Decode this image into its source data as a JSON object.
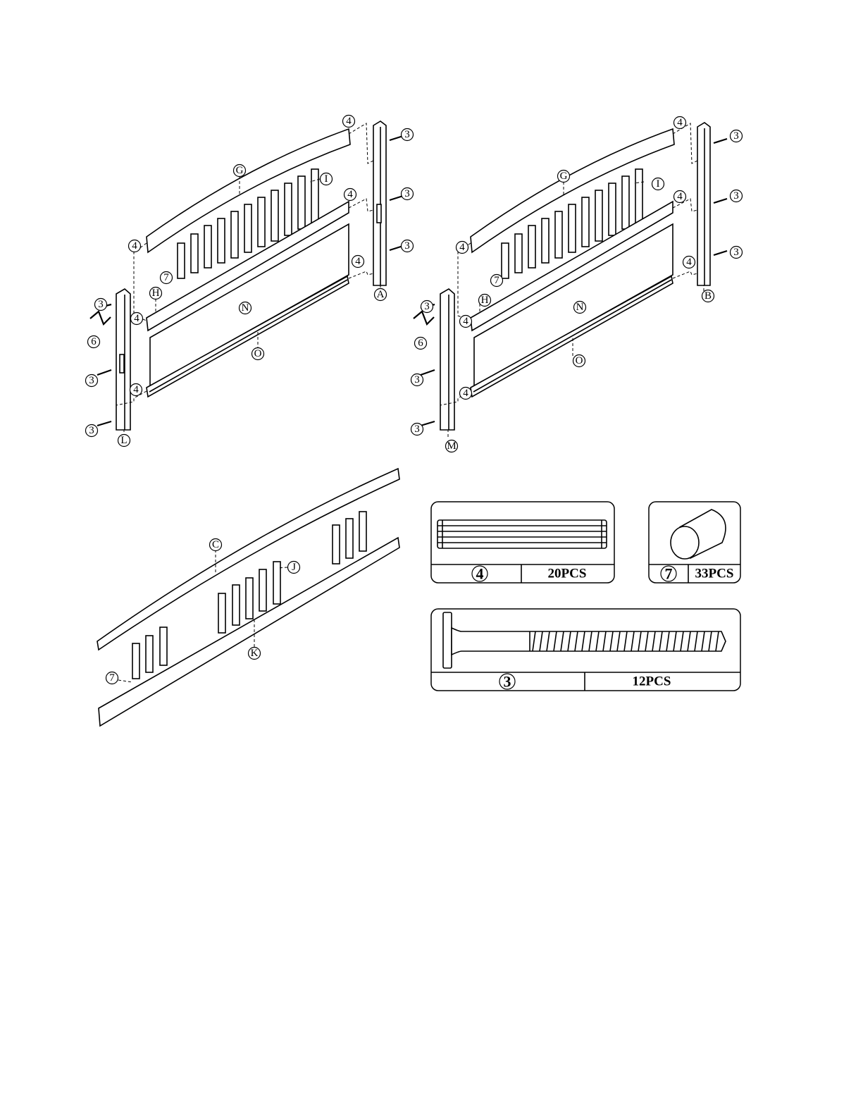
{
  "labels": {
    "G": "G",
    "I": "I",
    "H": "H",
    "N": "N",
    "O": "O",
    "A": "A",
    "B": "B",
    "L": "L",
    "M": "M",
    "C": "C",
    "J": "J",
    "K": "K",
    "part3": "3",
    "part4": "4",
    "part6": "6",
    "part7": "7"
  },
  "hardware": {
    "dowel": {
      "number": "4",
      "qty": "20PCS"
    },
    "pin": {
      "number": "7",
      "qty": "33PCS"
    },
    "bolt": {
      "number": "3",
      "qty": "12PCS"
    }
  }
}
